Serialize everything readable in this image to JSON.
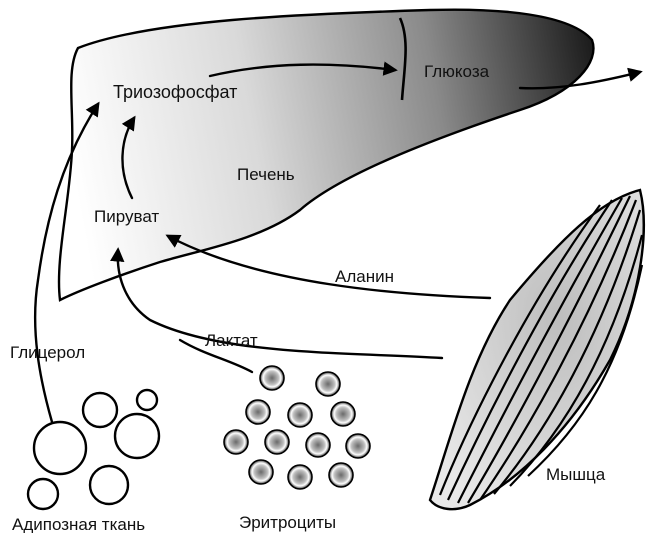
{
  "diagram": {
    "organs": {
      "liver": "Печень",
      "muscle": "Мышца",
      "adipose": "Адипозная ткань",
      "erythrocytes": "Эритроциты"
    },
    "metabolites": {
      "triose_phosphate": "Триозофосфат",
      "glucose": "Глюкоза",
      "pyruvate": "Пируват",
      "alanine": "Аланин",
      "lactate": "Лактат",
      "glycerol": "Глицерол"
    }
  }
}
